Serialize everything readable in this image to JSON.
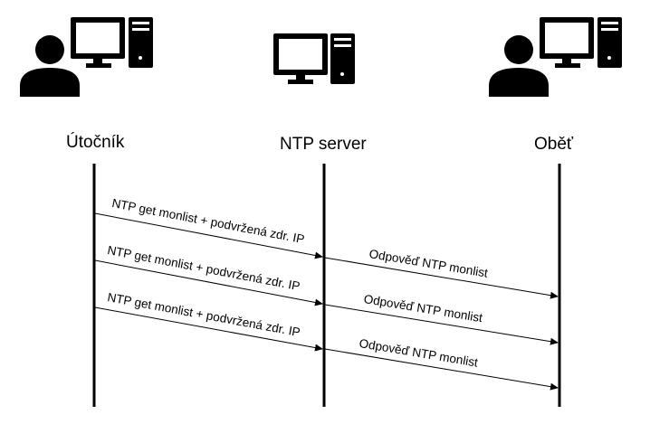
{
  "actors": [
    {
      "id": "attacker",
      "label": "Útočník",
      "icon": "user-with-computer-icon"
    },
    {
      "id": "server",
      "label": "NTP server",
      "icon": "computer-icon"
    },
    {
      "id": "victim",
      "label": "Oběť",
      "icon": "user-with-computer-icon"
    }
  ],
  "messages": [
    {
      "from": "attacker",
      "to": "server",
      "label": "NTP get monlist + podvržená zdr. IP"
    },
    {
      "from": "server",
      "to": "victim",
      "label": "Odpověď NTP monlist"
    },
    {
      "from": "attacker",
      "to": "server",
      "label": "NTP get monlist + podvržená zdr. IP"
    },
    {
      "from": "server",
      "to": "victim",
      "label": "Odpověď NTP monlist"
    },
    {
      "from": "attacker",
      "to": "server",
      "label": "NTP get monlist + podvržená zdr. IP"
    },
    {
      "from": "server",
      "to": "victim",
      "label": "Odpověď NTP monlist"
    }
  ],
  "colors": {
    "ink": "#000000",
    "background": "#ffffff"
  }
}
